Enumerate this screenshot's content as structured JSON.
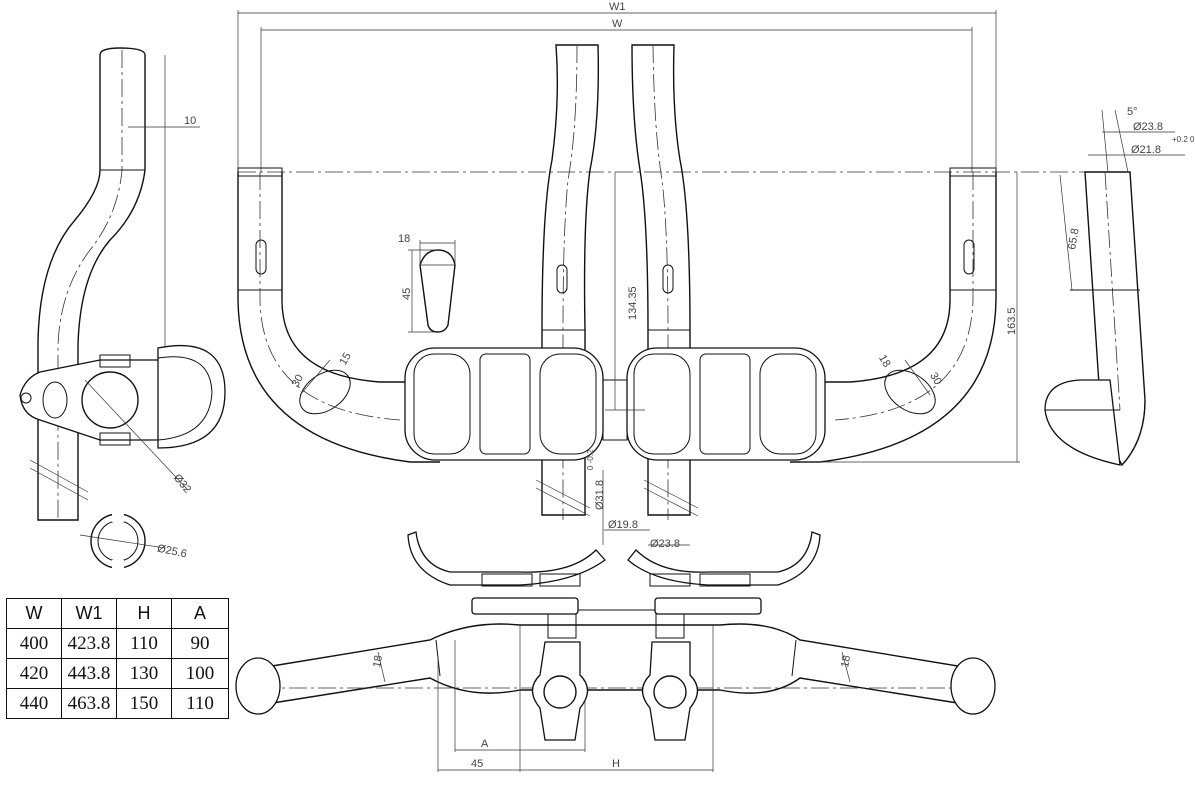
{
  "dimensions": {
    "w1": "W1",
    "w": "W",
    "d10": "10",
    "d18_insert": "18",
    "d45_insert": "45",
    "d15": "15",
    "d30_left": "30",
    "d18_right": "18",
    "d30_right": "30",
    "d134": "134.35",
    "d163": "163.5",
    "d318": "Ø31.8",
    "d318_tol": "0\n-0.2",
    "d198": "Ø19.8",
    "d238_bottom": "Ø23.8",
    "d32": "Ø32",
    "d256": "Ø25.6",
    "d5deg": "5°",
    "d238_right": "Ø23.8",
    "d218": "Ø21.8",
    "d218_tol": "+0.2\n0",
    "d658": "65.8",
    "d18_top_left": "18",
    "d18_top_right": "18",
    "dA": "A",
    "d45_bottom": "45",
    "dH": "H"
  },
  "table": {
    "headers": [
      "W",
      "W1",
      "H",
      "A"
    ],
    "rows": [
      [
        "400",
        "423.8",
        "110",
        "90"
      ],
      [
        "420",
        "443.8",
        "130",
        "100"
      ],
      [
        "440",
        "463.8",
        "150",
        "110"
      ]
    ]
  }
}
